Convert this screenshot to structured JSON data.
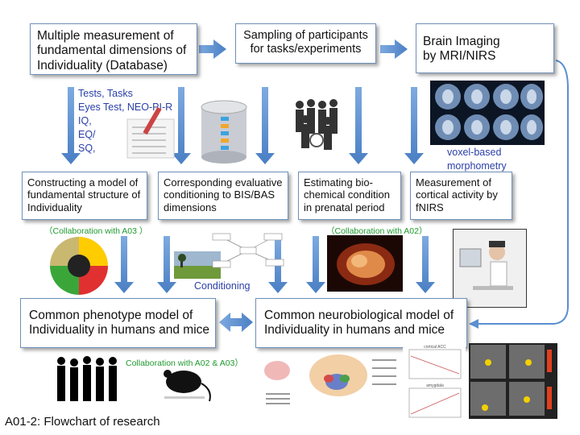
{
  "boxes": {
    "database": "Multiple measurement of fundamental dimensions of Individuality (Database)",
    "sampling": "Sampling of participants for tasks/experiments",
    "imaging": "Brain Imaging by MRI/NIRS",
    "construct": "Constructing a model of fundamental structure of Individuality",
    "conditioning": "Corresponding evaluative conditioning to BIS/BAS dimensions",
    "biochem": "Estimating bio-chemical condition in prenatal period",
    "cortical": "Measurement of cortical activity by fNIRS",
    "phenotype": "Common phenotype model of Individuality in humans and mice",
    "neurobio": "Common neurobiological model of Individuality in humans and mice"
  },
  "labels": {
    "tests": [
      "Tests, Tasks",
      "Eyes Test, NEO-PI-R",
      "IQ,",
      "EQ/",
      "SQ,"
    ],
    "voxel": [
      "voxel-based",
      "morphometry"
    ],
    "collab_a03": "（Collaboration with A03 ）",
    "collab_a02": "（Collaboration with A02）",
    "conditioning_label": "Conditioning",
    "collab_both": "Collaboration with A02 & A03）",
    "caption": "A01-2: Flowchart of research",
    "chart_titles": [
      "cortical ACC",
      "amygdala"
    ]
  },
  "colors": {
    "arrow_fill": "#5b8fd0",
    "box_border": "#6f8fb8",
    "label_blue": "#2a3fa8",
    "label_green": "#1f9a2f"
  },
  "icons": [
    "notebook-pen-image",
    "database-cylinder-image",
    "business-people-image",
    "mri-scans-image",
    "personality-circle-image",
    "field-landscape-image",
    "concept-network-image",
    "embryo-image",
    "nirs-subject-image",
    "silhouettes-image",
    "mouse-image",
    "brain-anatomy-image",
    "scatter-plots-image",
    "brain-slices-image"
  ]
}
